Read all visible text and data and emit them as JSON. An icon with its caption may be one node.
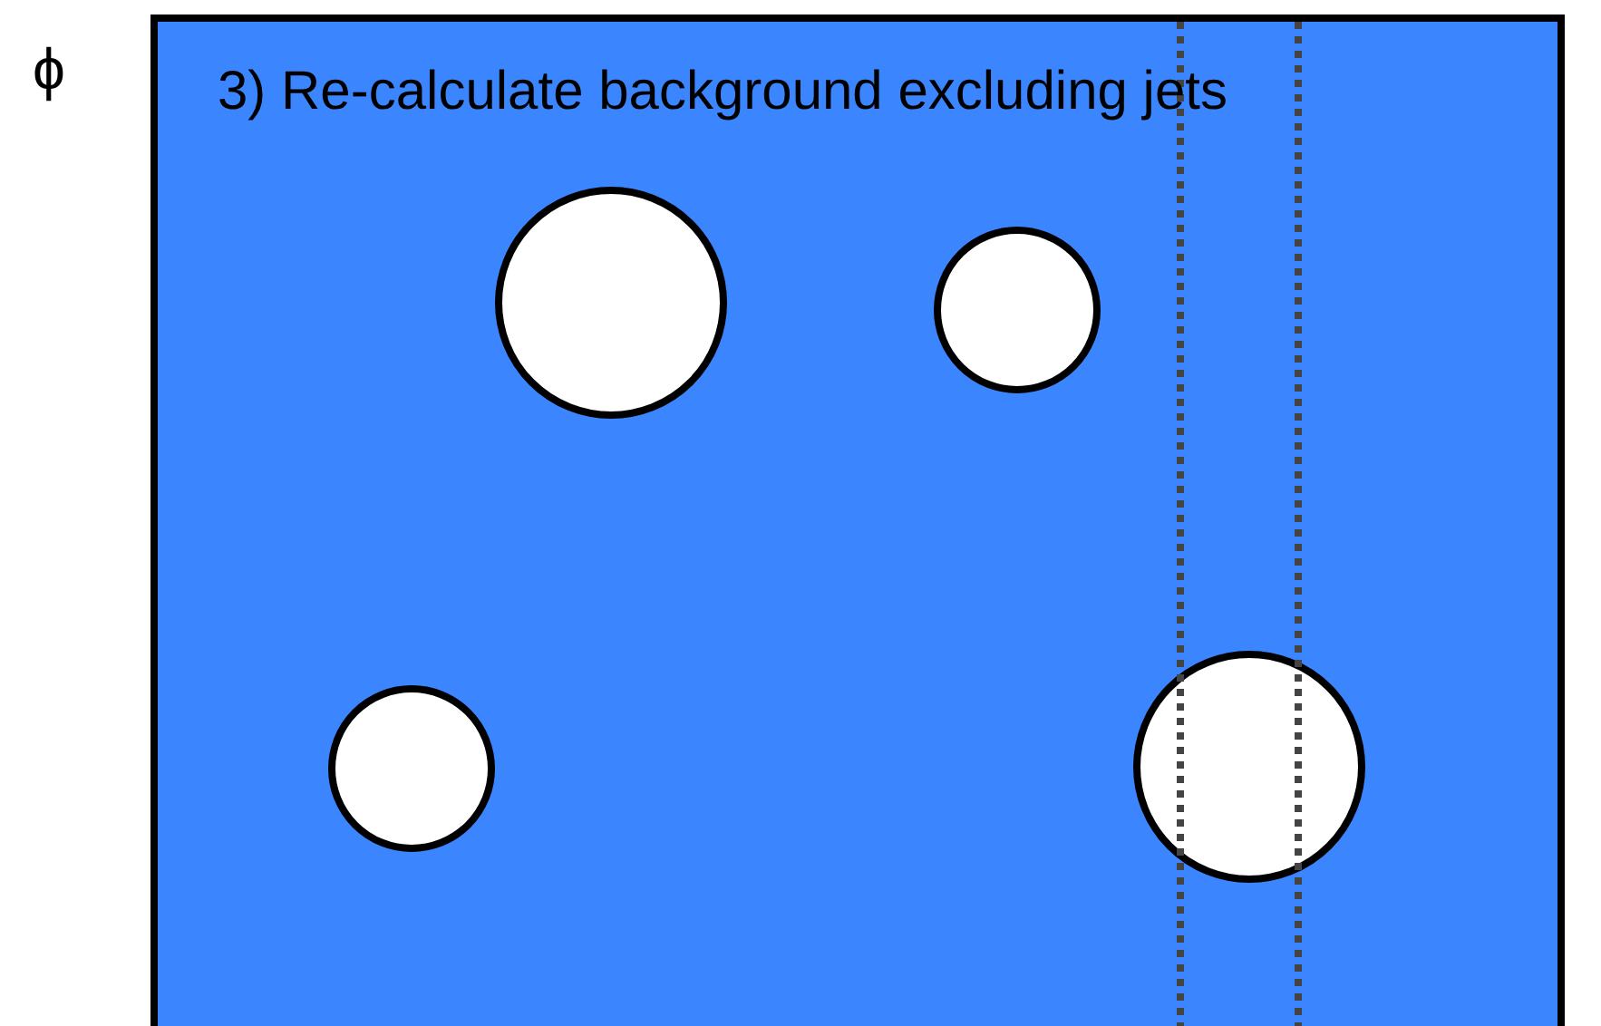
{
  "diagram": {
    "nodes": [
      {
        "text": [
          "3) Re-calculate background excluding jets"
        ]
      },
      {
        "text": [],
        "shape": "circle",
        "in": 0
      },
      {
        "text": [],
        "shape": "circle",
        "in": 0
      },
      {
        "text": [],
        "shape": "circle",
        "in": 0
      },
      {
        "text": [],
        "shape": "circle",
        "in": 0
      }
    ],
    "labels": [
      "ϕ"
    ]
  }
}
